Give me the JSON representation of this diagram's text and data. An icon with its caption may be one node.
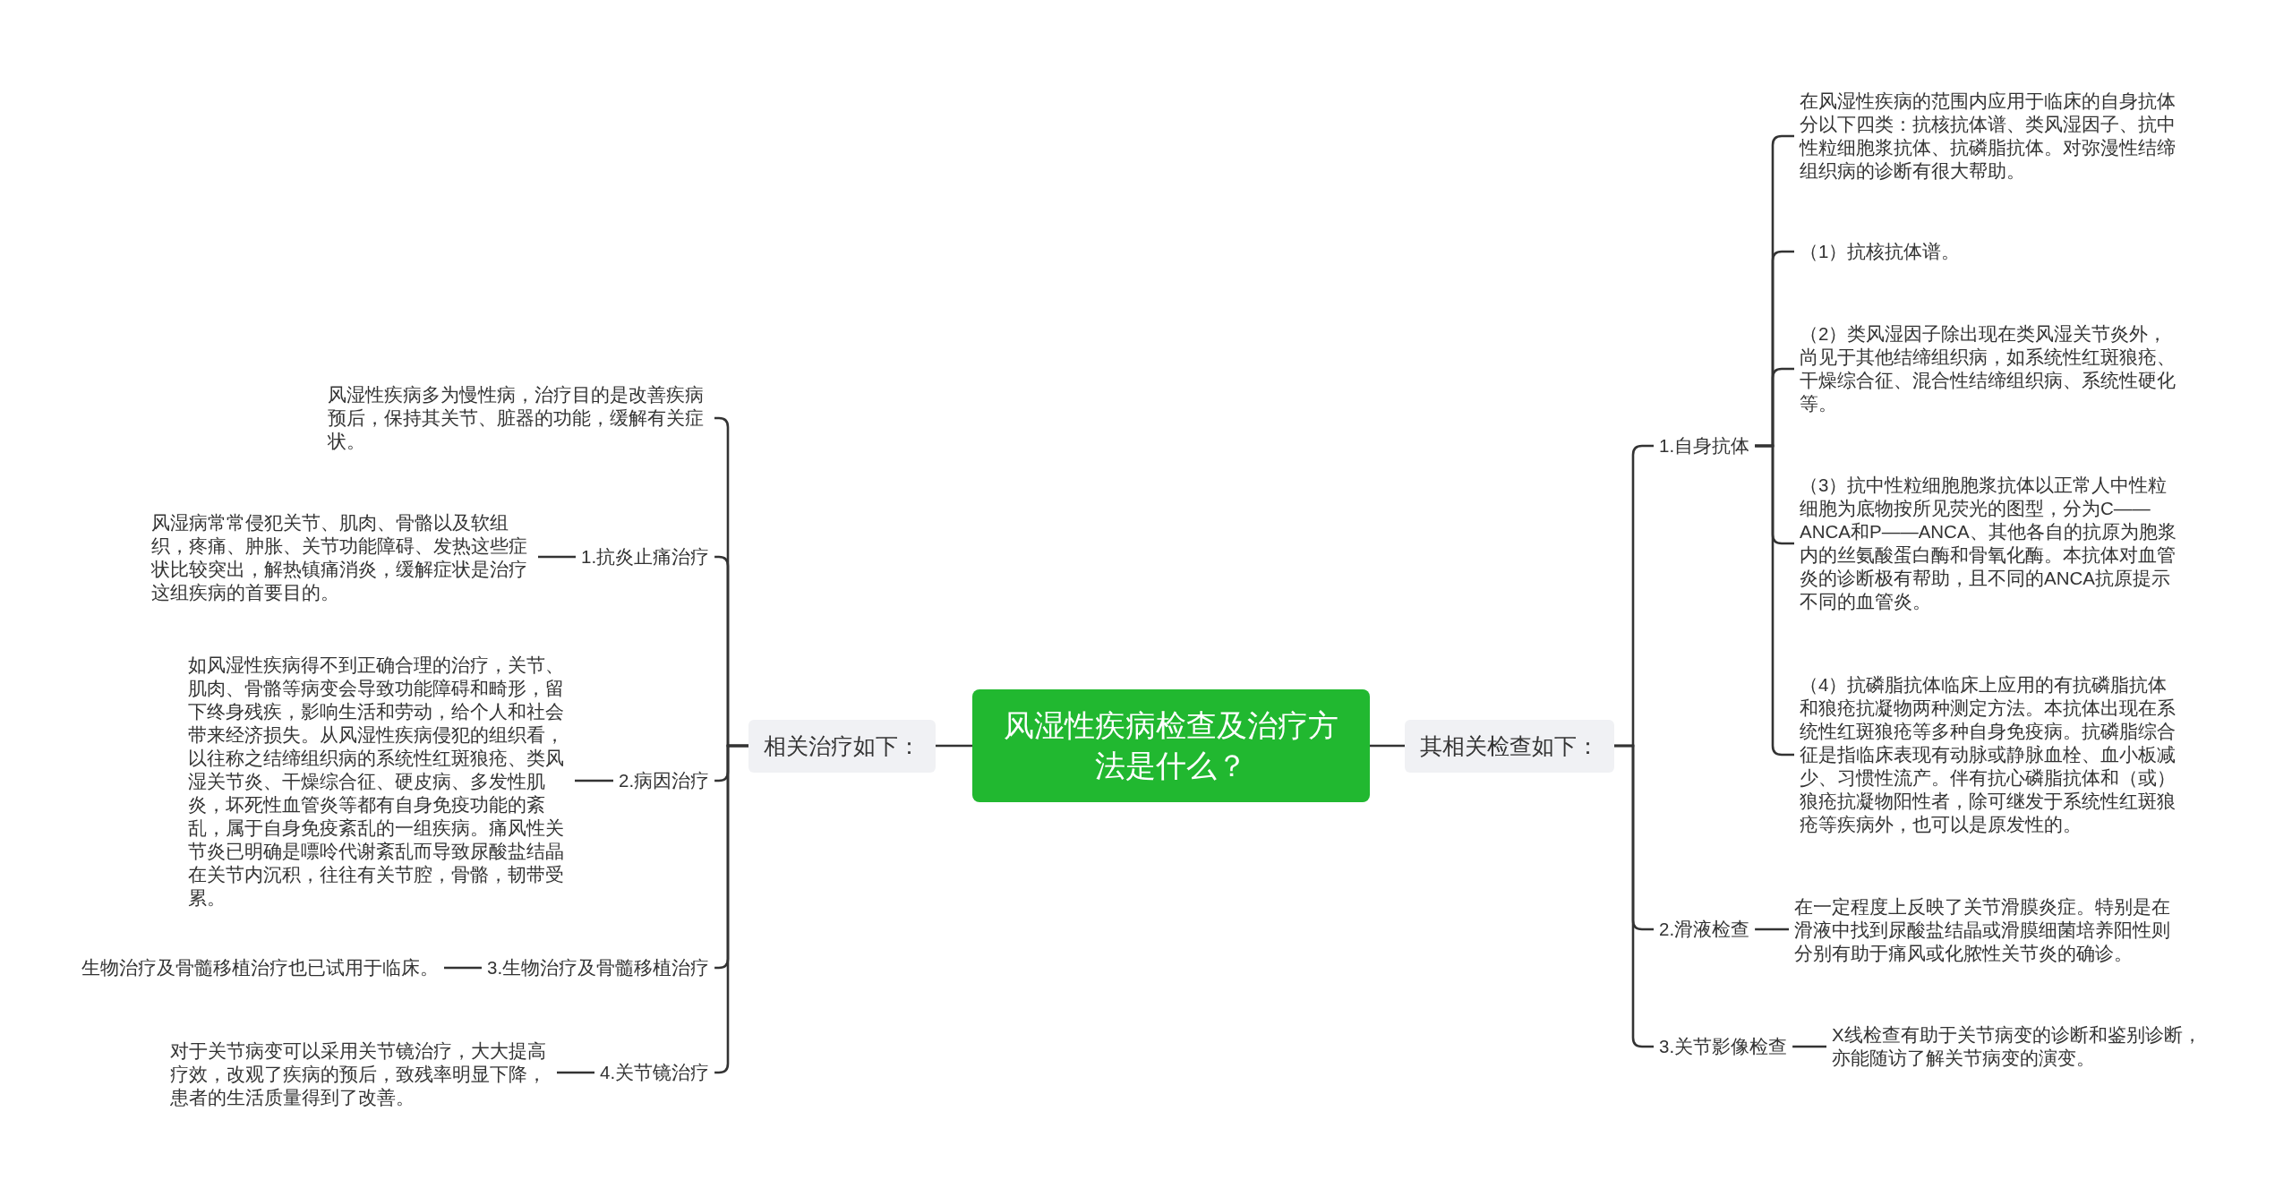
{
  "diagram": {
    "nodes": [
      {
        "text": [
          "风湿性疾病检查及治疗方法是什么？"
        ]
      },
      {
        "text": [
          "相关治疗如下："
        ]
      },
      {
        "text": [
          "风湿性疾病多为慢性病，治疗目的是改善疾病预后，保持其关节、脏器的功能，缓解有关症状。"
        ]
      },
      {
        "text": [
          "1.抗炎止痛治疗"
        ]
      },
      {
        "text": [
          "风湿病常常侵犯关节、肌肉、骨骼以及软组织，疼痛、肿胀、关节功能障碍、发热这些症状比较突出，解热镇痛消炎，缓解症状是治疗这组疾病的首要目的。"
        ]
      },
      {
        "text": [
          "2.病因治疗"
        ]
      },
      {
        "text": [
          "如风湿性疾病得不到正确合理的治疗，关节、肌肉、骨骼等病变会导致功能障碍和畸形，留下终身残疾，影响生活和劳动，给个人和社会带来经济损失。从风湿性疾病侵犯的组织看，以往称之结缔组织病的系统性红斑狼疮、类风湿关节炎、干燥综合征、硬皮病、多发性肌炎，坏死性血管炎等都有自身免疫功能的紊乱，属于自身免疫紊乱的一组疾病。痛风性关节炎已明确是嘌呤代谢紊乱而导致尿酸盐结晶在关节内沉积，往往有关节腔，骨骼，韧带受累。"
        ]
      },
      {
        "text": [
          "3.生物治疗及骨髓移植治疗"
        ]
      },
      {
        "text": [
          "生物治疗及骨髓移植治疗也已试用于临床。"
        ]
      },
      {
        "text": [
          "4.关节镜治疗"
        ]
      },
      {
        "text": [
          "对于关节病变可以采用关节镜治疗，大大提高疗效，改观了疾病的预后，致残率明显下降，患者的生活质量得到了改善。"
        ]
      },
      {
        "text": [
          "其相关检查如下："
        ]
      },
      {
        "text": [
          "1.自身抗体"
        ]
      },
      {
        "text": [
          "在风湿性疾病的范围内应用于临床的自身抗体分以下四类：抗核抗体谱、类风湿因子、抗中性粒细胞浆抗体、抗磷脂抗体。对弥漫性结缔组织病的诊断有很大帮助。"
        ]
      },
      {
        "text": [
          "（1）抗核抗体谱。"
        ]
      },
      {
        "text": [
          "（2）类风湿因子除出现在类风湿关节炎外，尚见于其他结缔组织病，如系统性红斑狼疮、干燥综合征、混合性结缔组织病、系统性硬化等。"
        ]
      },
      {
        "text": [
          "（3）抗中性粒细胞胞浆抗体以正常人中性粒细胞为底物按所见荧光的图型，分为C——ANCA和P——ANCA、其他各自的抗原为胞浆内的丝氨酸蛋白酶和骨氧化酶。本抗体对血管炎的诊断极有帮助，且不同的ANCA抗原提示不同的血管炎。"
        ]
      },
      {
        "text": [
          "（4）抗磷脂抗体临床上应用的有抗磷脂抗体和狼疮抗凝物两种测定方法。本抗体出现在系统性红斑狼疮等多种自身免疫病。抗磷脂综合征是指临床表现有动脉或静脉血栓、血小板减少、习惯性流产。伴有抗心磷脂抗体和（或）狼疮抗凝物阳性者，除可继发于系统性红斑狼疮等疾病外，也可以是原发性的。"
        ]
      },
      {
        "text": [
          "2.滑液检查"
        ]
      },
      {
        "text": [
          "在一定程度上反映了关节滑膜炎症。特别是在滑液中找到尿酸盐结晶或滑膜细菌培养阳性则分别有助于痛风或化脓性关节炎的确诊。"
        ]
      },
      {
        "text": [
          "3.关节影像检查"
        ]
      },
      {
        "text": [
          "X线检查有助于关节病变的诊断和鉴别诊断，亦能随访了解关节病变的演变。"
        ]
      }
    ],
    "edges": [
      {
        "from": 0,
        "to": 1,
        "arrow": "none"
      },
      {
        "from": 1,
        "to": 2,
        "arrow": "none"
      },
      {
        "from": 1,
        "to": 3,
        "arrow": "none"
      },
      {
        "from": 3,
        "to": 4,
        "arrow": "none"
      },
      {
        "from": 1,
        "to": 5,
        "arrow": "none"
      },
      {
        "from": 5,
        "to": 6,
        "arrow": "none"
      },
      {
        "from": 1,
        "to": 7,
        "arrow": "none"
      },
      {
        "from": 7,
        "to": 8,
        "arrow": "none"
      },
      {
        "from": 1,
        "to": 9,
        "arrow": "none"
      },
      {
        "from": 9,
        "to": 10,
        "arrow": "none"
      },
      {
        "from": 0,
        "to": 11,
        "arrow": "none"
      },
      {
        "from": 11,
        "to": 12,
        "arrow": "none"
      },
      {
        "from": 12,
        "to": 13,
        "arrow": "none"
      },
      {
        "from": 12,
        "to": 14,
        "arrow": "none"
      },
      {
        "from": 12,
        "to": 15,
        "arrow": "none"
      },
      {
        "from": 12,
        "to": 16,
        "arrow": "none"
      },
      {
        "from": 12,
        "to": 17,
        "arrow": "none"
      },
      {
        "from": 11,
        "to": 18,
        "arrow": "none"
      },
      {
        "from": 18,
        "to": 19,
        "arrow": "none"
      },
      {
        "from": 11,
        "to": 20,
        "arrow": "none"
      },
      {
        "from": 20,
        "to": 21,
        "arrow": "none"
      }
    ]
  }
}
